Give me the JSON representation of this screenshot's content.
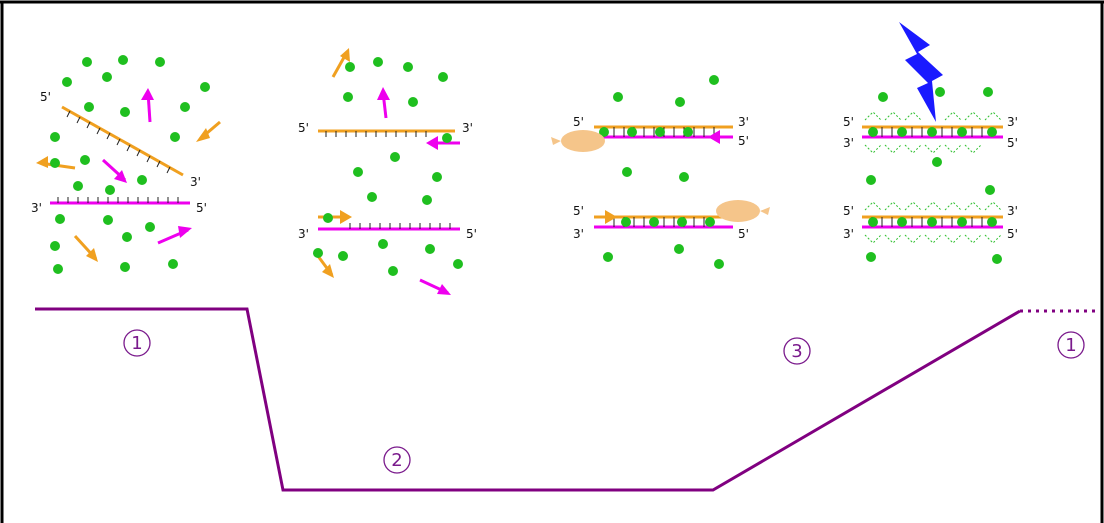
{
  "colors": {
    "frame": "#000000",
    "profile": "#800080",
    "strand_orange": "#f0a020",
    "strand_magenta": "#ee00ee",
    "dye": "#1fbf1f",
    "polymerase": "#f5c58a",
    "lightning": "#1a1aff"
  },
  "strand_labels": {
    "five": "5'",
    "three": "3'"
  },
  "steps": {
    "s1": "1",
    "s2": "2",
    "s3": "3",
    "s4": "1"
  }
}
